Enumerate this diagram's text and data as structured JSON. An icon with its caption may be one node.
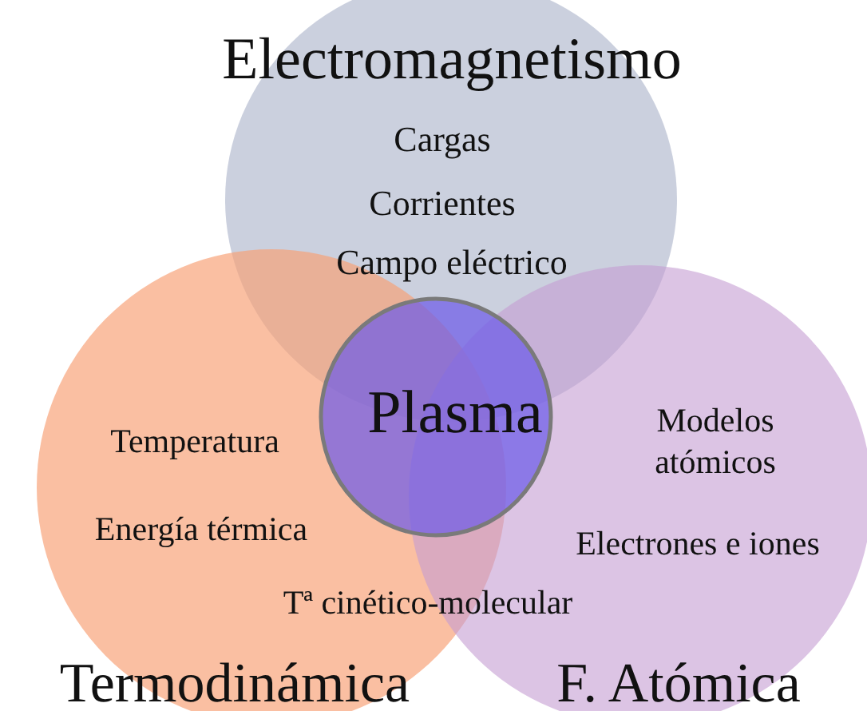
{
  "diagram": {
    "nodes": [
      {
        "text": [
          "Electromagnetismo",
          "Cargas",
          "Corrientes",
          "Campo eléctrico"
        ]
      },
      {
        "text": [
          "Temperatura",
          "Energía térmica",
          "Tª cinético-molecular",
          "Termodinámica"
        ]
      },
      {
        "text": [
          "Modelos atómicos",
          "Electrones e iones",
          "F. Atómica"
        ]
      },
      {
        "text": [
          "Plasma"
        ]
      }
    ]
  }
}
